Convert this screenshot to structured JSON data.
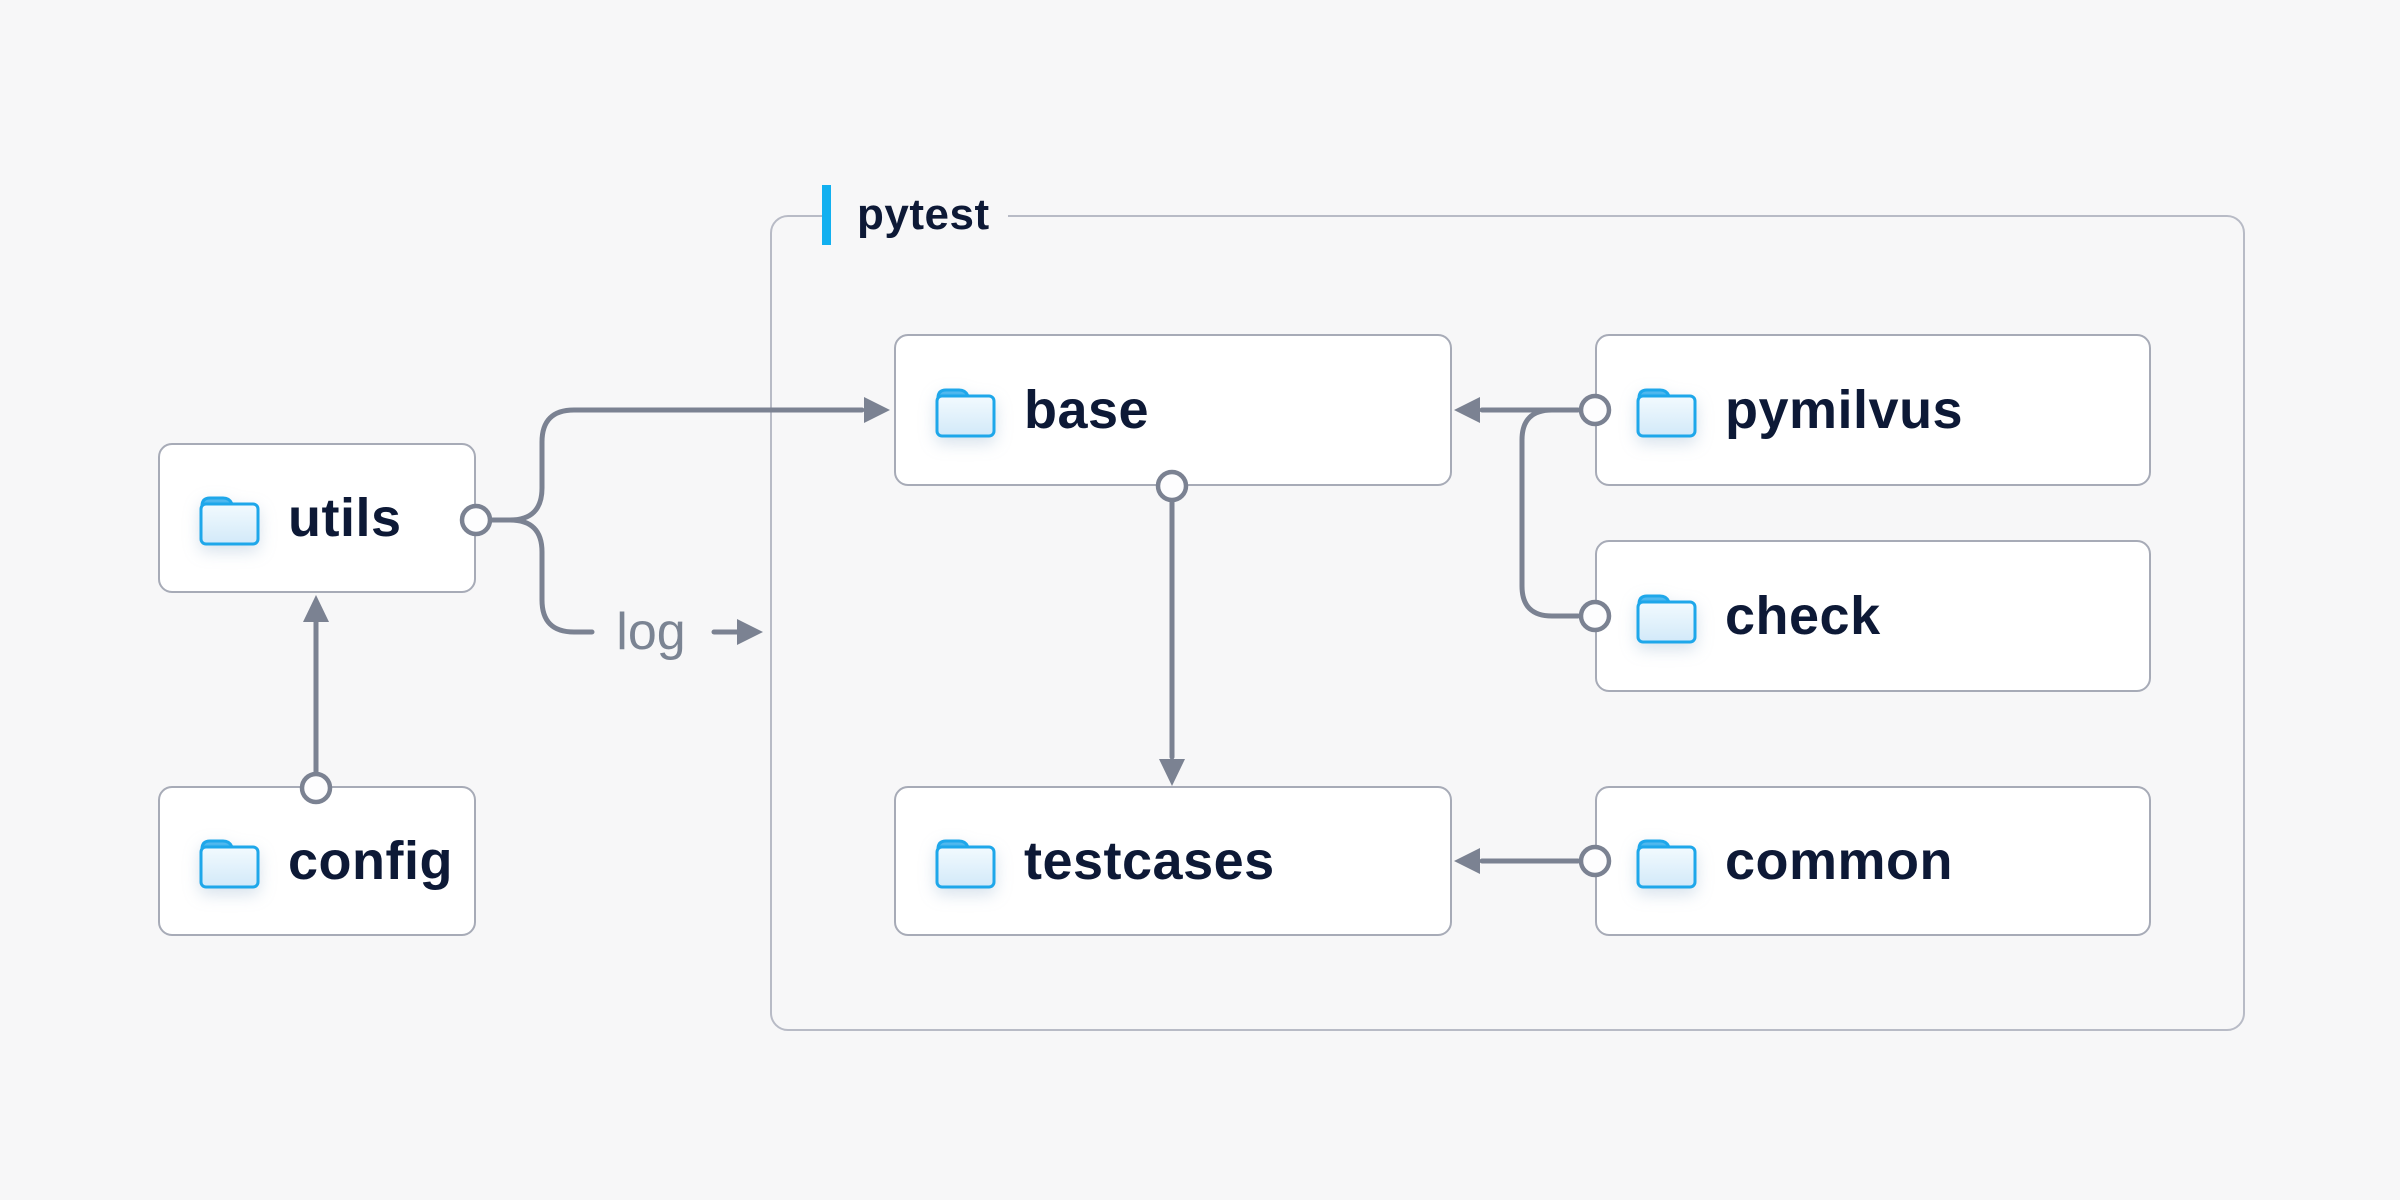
{
  "diagram": {
    "type": "folder-structure-diagram",
    "background": "#f7f7f8",
    "group": {
      "label": "pytest",
      "accent_color": "#12b0f0"
    },
    "nodes": [
      {
        "id": "utils",
        "label": "utils",
        "icon": "folder-icon"
      },
      {
        "id": "config",
        "label": "config",
        "icon": "folder-icon"
      },
      {
        "id": "base",
        "label": "base",
        "icon": "folder-icon",
        "group": "pytest"
      },
      {
        "id": "pymilvus",
        "label": "pymilvus",
        "icon": "folder-icon",
        "group": "pytest"
      },
      {
        "id": "check",
        "label": "check",
        "icon": "folder-icon",
        "group": "pytest"
      },
      {
        "id": "testcases",
        "label": "testcases",
        "icon": "folder-icon",
        "group": "pytest"
      },
      {
        "id": "common",
        "label": "common",
        "icon": "folder-icon",
        "group": "pytest"
      }
    ],
    "edges": [
      {
        "from": "config",
        "to": "utils",
        "type": "arrow"
      },
      {
        "from": "utils",
        "to": "base",
        "type": "arrow"
      },
      {
        "from": "utils",
        "to": "pytest",
        "type": "arrow",
        "label": "log"
      },
      {
        "from": "base",
        "to": "testcases",
        "type": "arrow"
      },
      {
        "from": "pymilvus",
        "to": "base",
        "type": "arrow"
      },
      {
        "from": "check",
        "to": "base",
        "type": "arrow"
      },
      {
        "from": "common",
        "to": "testcases",
        "type": "arrow"
      }
    ],
    "colors": {
      "line": "#7b8292",
      "node_border": "#a7abb7",
      "group_border": "#b8bbc6",
      "node_text": "#0d1936",
      "edge_label_text": "#7b8493",
      "accent_blue": "#12b0f0",
      "folder_blue": "#1ea7ea"
    }
  }
}
